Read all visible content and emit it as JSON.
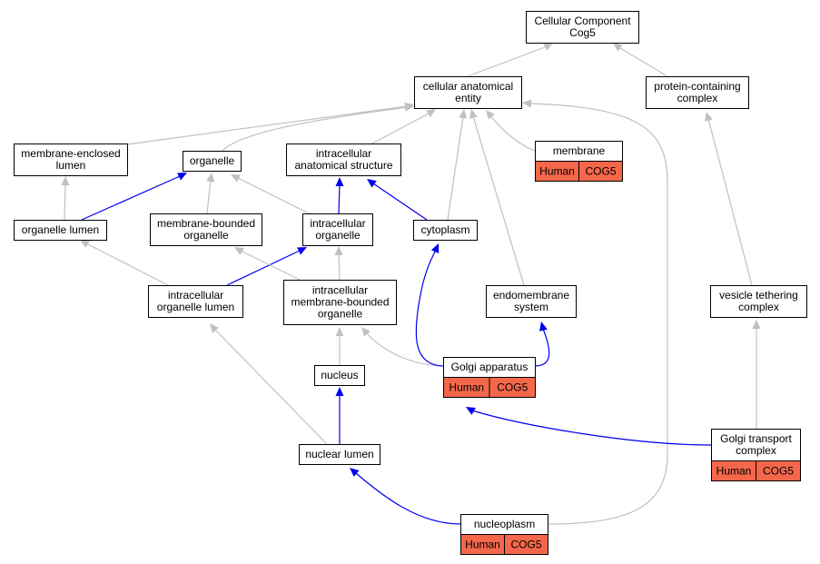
{
  "colors": {
    "gray_edge": "#c0c0c0",
    "blue_edge": "#0000ee",
    "annotation_fill": "#f4674b"
  },
  "nodes": {
    "root": {
      "lines": [
        "Cellular Component",
        "Cog5"
      ]
    },
    "cae": {
      "lines": [
        "cellular anatomical",
        "entity"
      ]
    },
    "pcc": {
      "lines": [
        "protein-containing",
        "complex"
      ]
    },
    "mel": {
      "lines": [
        "membrane-enclosed",
        "lumen"
      ]
    },
    "organelle": {
      "lines": [
        "organelle"
      ]
    },
    "ias": {
      "lines": [
        "intracellular",
        "anatomical structure"
      ]
    },
    "membrane": {
      "lines": [
        "membrane"
      ],
      "annotation": [
        "Human",
        "COG5"
      ]
    },
    "olumen": {
      "lines": [
        "organelle lumen"
      ]
    },
    "mbo": {
      "lines": [
        "membrane-bounded",
        "organelle"
      ]
    },
    "io": {
      "lines": [
        "intracellular",
        "organelle"
      ]
    },
    "cytoplasm": {
      "lines": [
        "cytoplasm"
      ]
    },
    "iol": {
      "lines": [
        "intracellular",
        "organelle lumen"
      ]
    },
    "imbo": {
      "lines": [
        "intracellular",
        "membrane-bounded",
        "organelle"
      ]
    },
    "endo": {
      "lines": [
        "endomembrane",
        "system"
      ]
    },
    "vtc": {
      "lines": [
        "vesicle tethering",
        "complex"
      ]
    },
    "golgi": {
      "lines": [
        "Golgi apparatus"
      ],
      "annotation": [
        "Human",
        "COG5"
      ]
    },
    "nucleus": {
      "lines": [
        "nucleus"
      ]
    },
    "nlumen": {
      "lines": [
        "nuclear lumen"
      ]
    },
    "gtc": {
      "lines": [
        "Golgi transport",
        "complex"
      ],
      "annotation": [
        "Human",
        "COG5"
      ]
    },
    "nucleoplasm": {
      "lines": [
        "nucleoplasm"
      ],
      "annotation": [
        "Human",
        "COG5"
      ]
    }
  },
  "edges": [
    {
      "from": "cae",
      "to": "root",
      "kind": "gray"
    },
    {
      "from": "pcc",
      "to": "root",
      "kind": "gray"
    },
    {
      "from": "mel",
      "to": "cae",
      "kind": "gray"
    },
    {
      "from": "organelle",
      "to": "cae",
      "kind": "gray"
    },
    {
      "from": "ias",
      "to": "cae",
      "kind": "gray"
    },
    {
      "from": "cytoplasm",
      "to": "cae",
      "kind": "gray"
    },
    {
      "from": "endo",
      "to": "cae",
      "kind": "gray"
    },
    {
      "from": "membrane",
      "to": "cae",
      "kind": "gray"
    },
    {
      "from": "nucleoplasm",
      "to": "cae",
      "kind": "gray"
    },
    {
      "from": "olumen",
      "to": "mel",
      "kind": "gray"
    },
    {
      "from": "olumen",
      "to": "organelle",
      "kind": "blue"
    },
    {
      "from": "mbo",
      "to": "organelle",
      "kind": "gray"
    },
    {
      "from": "io",
      "to": "organelle",
      "kind": "gray"
    },
    {
      "from": "io",
      "to": "ias",
      "kind": "blue"
    },
    {
      "from": "cytoplasm",
      "to": "ias",
      "kind": "blue"
    },
    {
      "from": "iol",
      "to": "olumen",
      "kind": "gray"
    },
    {
      "from": "iol",
      "to": "io",
      "kind": "blue"
    },
    {
      "from": "imbo",
      "to": "mbo",
      "kind": "gray"
    },
    {
      "from": "imbo",
      "to": "io",
      "kind": "gray"
    },
    {
      "from": "golgi",
      "to": "imbo",
      "kind": "gray"
    },
    {
      "from": "golgi",
      "to": "cytoplasm",
      "kind": "blue"
    },
    {
      "from": "golgi",
      "to": "endo",
      "kind": "blue"
    },
    {
      "from": "nucleus",
      "to": "imbo",
      "kind": "gray"
    },
    {
      "from": "nlumen",
      "to": "nucleus",
      "kind": "blue"
    },
    {
      "from": "nlumen",
      "to": "iol",
      "kind": "gray"
    },
    {
      "from": "nucleoplasm",
      "to": "nlumen",
      "kind": "blue"
    },
    {
      "from": "vtc",
      "to": "pcc",
      "kind": "gray"
    },
    {
      "from": "gtc",
      "to": "vtc",
      "kind": "gray"
    },
    {
      "from": "gtc",
      "to": "golgi",
      "kind": "blue"
    }
  ]
}
